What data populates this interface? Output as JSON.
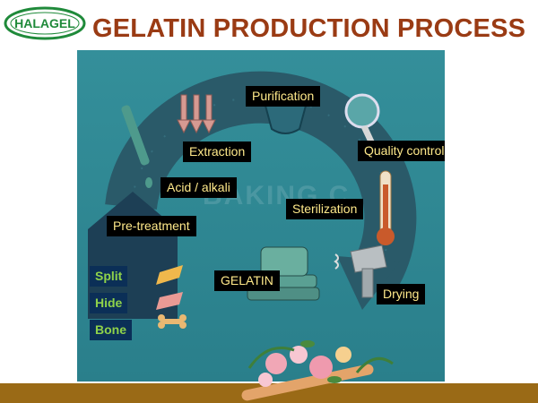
{
  "header": {
    "logo_text": "HALAGEL",
    "title": "GELATIN PRODUCTION PROCESS"
  },
  "diagram": {
    "steps": {
      "purification": "Purification",
      "extraction": "Extraction",
      "quality_control": "Quality control",
      "acid_alkali": "Acid / alkali",
      "sterilization": "Sterilization",
      "pre_treatment": "Pre-treatment",
      "gelatin": "GELATIN",
      "drying": "Drying"
    },
    "raw_materials": [
      "Split",
      "Hide",
      "Bone"
    ],
    "watermark": "BAKING C"
  },
  "colors": {
    "title": "#9a3b14",
    "panel_bg": "#2e8c97",
    "ring": "#2a5a69",
    "label_bg": "#000000",
    "label_text": "#ffe98a",
    "raw_text": "#8fd24a",
    "logo_green": "#1f8a3a",
    "footer": "#9a6a16"
  }
}
